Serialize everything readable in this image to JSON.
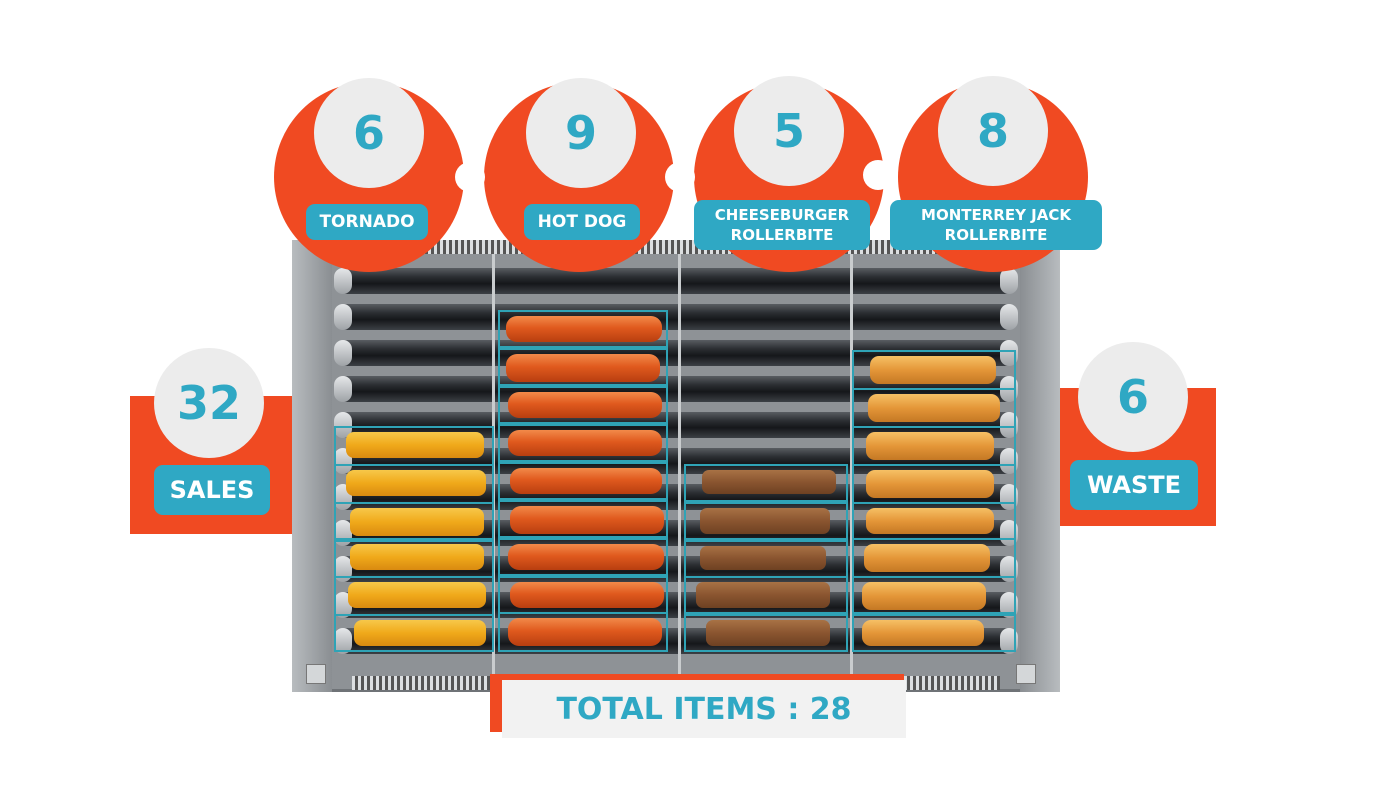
{
  "colors": {
    "accent_orange": "#f04a22",
    "accent_teal": "#2fa8c4",
    "circle_gray": "#ececec"
  },
  "categories": [
    {
      "count": "6",
      "label": "TORNADO"
    },
    {
      "count": "9",
      "label": "HOT DOG"
    },
    {
      "count": "5",
      "label": "CHEESEBURGER ROLLERBITE",
      "label_lines": [
        "CHEESEBURGER",
        "ROLLERBITE"
      ]
    },
    {
      "count": "8",
      "label": "MONTERREY JACK ROLLERBITE",
      "label_lines": [
        "MONTERREY JACK",
        "ROLLERBITE"
      ]
    }
  ],
  "sales": {
    "count": "32",
    "label": "SALES"
  },
  "waste": {
    "count": "6",
    "label": "WASTE"
  },
  "total": {
    "label": "TOTAL ITEMS : 28"
  }
}
